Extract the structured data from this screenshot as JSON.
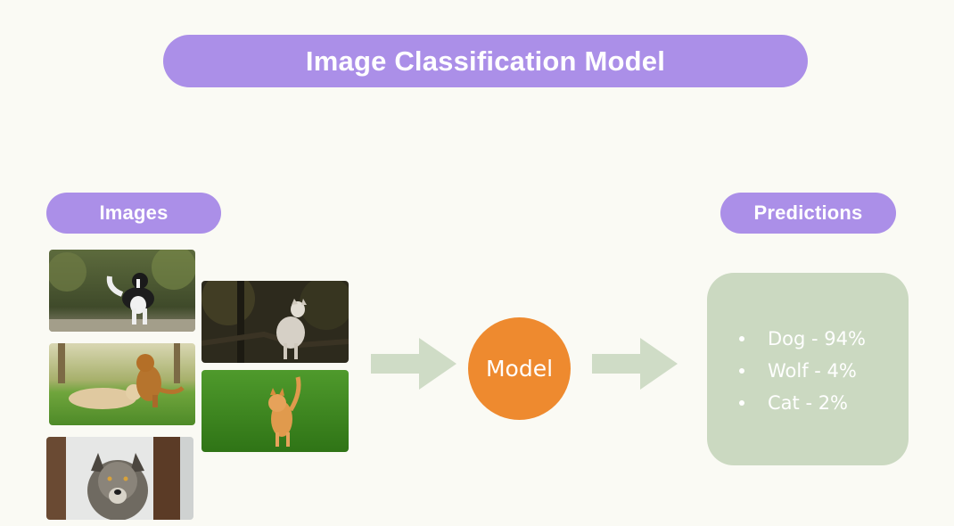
{
  "title": "Image Classification Model",
  "images_label": "Images",
  "predictions_label": "Predictions",
  "model_label": "Model",
  "images": [
    {
      "subject": "dog running on path"
    },
    {
      "subject": "two dogs playing on grass"
    },
    {
      "subject": "wolf in forest"
    },
    {
      "subject": "white wolf in dark forest"
    },
    {
      "subject": "orange cat walking in grass"
    }
  ],
  "predictions": [
    {
      "text": "Dog - 94%"
    },
    {
      "text": "Wolf - 4%"
    },
    {
      "text": "Cat - 2%"
    }
  ],
  "colors": {
    "pill": "#ab8fe8",
    "model": "#ee8a2f",
    "arrow": "#cfdcc6",
    "prediction_box": "#cbd9c1",
    "background": "#fafaf4"
  }
}
